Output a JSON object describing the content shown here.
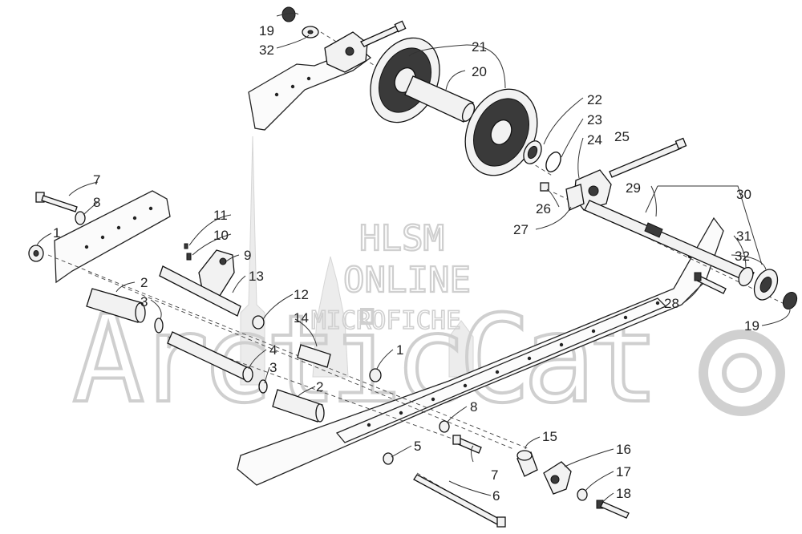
{
  "watermark": {
    "line1": "HLSM",
    "line2": "ONLINE",
    "line3": "MICROFICHE",
    "brand": "ArcticCat"
  },
  "callouts": {
    "c1a": "1",
    "c1b": "1",
    "c2a": "2",
    "c2b": "2",
    "c3a": "3",
    "c3b": "3",
    "c4": "4",
    "c5": "5",
    "c6": "6",
    "c7a": "7",
    "c7b": "7",
    "c8a": "8",
    "c8b": "8",
    "c9": "9",
    "c10": "10",
    "c11": "11",
    "c12": "12",
    "c13": "13",
    "c14": "14",
    "c15": "15",
    "c16": "16",
    "c17": "17",
    "c18": "18",
    "c19a": "19",
    "c19b": "19",
    "c20": "20",
    "c21": "21",
    "c22": "22",
    "c23": "23",
    "c24": "24",
    "c25": "25",
    "c26": "26",
    "c27": "27",
    "c28": "28",
    "c29": "29",
    "c30": "30",
    "c31": "31",
    "c32a": "32",
    "c32b": "32"
  },
  "colors": {
    "ink": "#111111",
    "watermark": "#cfcfcf",
    "background": "#ffffff"
  }
}
